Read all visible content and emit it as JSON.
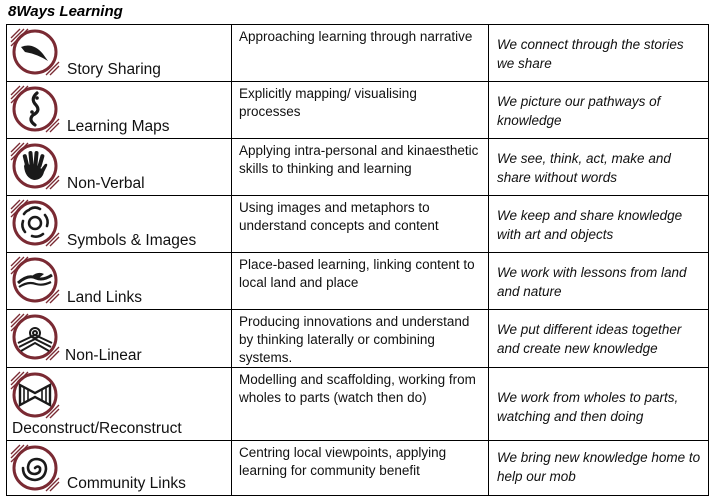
{
  "title": "8Ways Learning",
  "colors": {
    "accent": "#7a2a33",
    "border": "#000000"
  },
  "rows": [
    {
      "icon": "boomerang-icon",
      "name": "Story Sharing",
      "approach": "Approaching learning through narrative",
      "statement": "We connect through the stories we share"
    },
    {
      "icon": "winding-path-icon",
      "name": "Learning Maps",
      "approach": "Explicitly mapping/ visualising processes",
      "statement": "We picture our pathways of knowledge"
    },
    {
      "icon": "hand-icon",
      "name": "Non-Verbal",
      "approach": "Applying intra-personal and kinaesthetic skills to thinking and learning",
      "statement": "We see, think, act, make and share without words"
    },
    {
      "icon": "circle-symbols-icon",
      "name": "Symbols & Images",
      "approach": "Using images and metaphors to understand concepts and content",
      "statement": "We keep and share knowledge with art and objects"
    },
    {
      "icon": "land-wave-icon",
      "name": "Land Links",
      "approach": "Place-based learning, linking content to local land and place",
      "statement": "We work with lessons from land and nature"
    },
    {
      "icon": "concentric-chevron-icon",
      "name": "Non-Linear",
      "approach": "Producing innovations and understand by thinking laterally or combining systems.",
      "statement": "We put different ideas together and create new knowledge"
    },
    {
      "icon": "bowtie-icon",
      "name": "Deconstruct/Reconstruct",
      "approach": "Modelling and scaffolding, working from wholes to parts (watch then do)",
      "statement": "We work from wholes to parts, watching and then doing"
    },
    {
      "icon": "spiral-icon",
      "name": "Community Links",
      "approach": "Centring local viewpoints, applying learning for community benefit",
      "statement": "We bring new knowledge home to help our mob"
    }
  ]
}
